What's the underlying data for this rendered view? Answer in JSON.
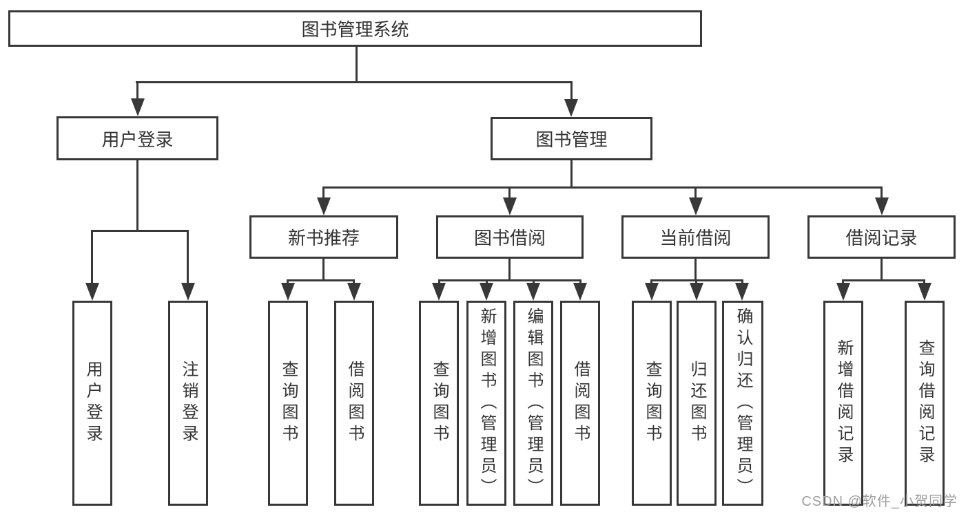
{
  "diagram": {
    "title": "图书管理系统",
    "branches": [
      {
        "label": "用户登录",
        "children": [
          {
            "label": "用户登录"
          },
          {
            "label": "注销登录"
          }
        ]
      },
      {
        "label": "图书管理",
        "children": [
          {
            "label": "新书推荐",
            "children": [
              {
                "label": "查询图书"
              },
              {
                "label": "借阅图书"
              }
            ]
          },
          {
            "label": "图书借阅",
            "children": [
              {
                "label": "查询图书"
              },
              {
                "label": "新增图书（管理员）"
              },
              {
                "label": "编辑图书（管理员）"
              },
              {
                "label": "借阅图书"
              }
            ]
          },
          {
            "label": "当前借阅",
            "children": [
              {
                "label": "查询图书"
              },
              {
                "label": "归还图书"
              },
              {
                "label": "确认归还（管理员）"
              }
            ]
          },
          {
            "label": "借阅记录",
            "children": [
              {
                "label": "新增借阅记录"
              },
              {
                "label": "查询借阅记录"
              }
            ]
          }
        ]
      }
    ]
  },
  "watermark": {
    "text": "CSDN @软件_小贺同学"
  },
  "colors": {
    "line": "#383838",
    "text": "#333333",
    "watermark": "#9e9e9e",
    "background": "#ffffff"
  }
}
